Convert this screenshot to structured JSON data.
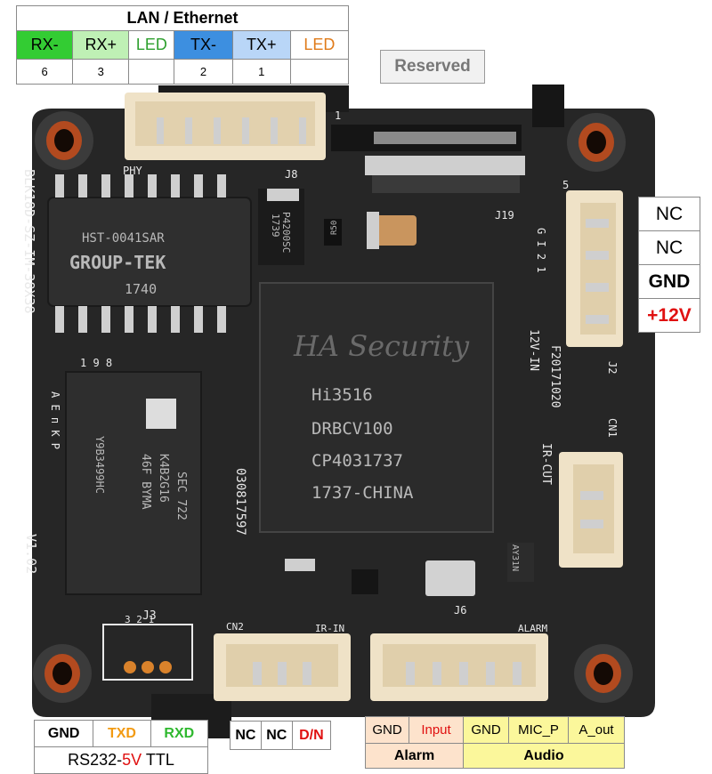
{
  "lan": {
    "title": "LAN / Ethernet",
    "pins": [
      {
        "label": "RX-",
        "num": "6",
        "bg": "#33cc33",
        "fg": "#000000"
      },
      {
        "label": "RX+",
        "num": "3",
        "bg": "#bff0b5",
        "fg": "#000000"
      },
      {
        "label": "LED",
        "num": "",
        "bg": "#ffffff",
        "fg": "#2ea02e"
      },
      {
        "label": "TX-",
        "num": "2",
        "bg": "#3d8fe0",
        "fg": "#000000"
      },
      {
        "label": "TX+",
        "num": "1",
        "bg": "#b9d6f7",
        "fg": "#000000"
      },
      {
        "label": "LED",
        "num": "",
        "bg": "#ffffff",
        "fg": "#e07b1a"
      }
    ]
  },
  "reserved": "Reserved",
  "power": [
    {
      "label": "NC",
      "color": "#000000",
      "bold": false
    },
    {
      "label": "NC",
      "color": "#000000",
      "bold": false
    },
    {
      "label": "GND",
      "color": "#000000",
      "bold": true
    },
    {
      "label": "+12V",
      "color": "#e01010",
      "bold": true
    }
  ],
  "uart": {
    "pins": [
      {
        "label": "GND",
        "color": "#000000"
      },
      {
        "label": "TXD",
        "color": "#f29a12"
      },
      {
        "label": "RXD",
        "color": "#2fb82f"
      }
    ],
    "caption_a": "RS232-",
    "caption_b": "5V",
    "caption_c": " TTL",
    "caption_b_color": "#e01010"
  },
  "ircut": [
    {
      "label": "NC",
      "color": "#000000"
    },
    {
      "label": "NC",
      "color": "#000000"
    },
    {
      "label": "D/N",
      "color": "#e01010"
    }
  ],
  "alarm_audio": {
    "alarm_pins": [
      {
        "label": "GND",
        "color": "#000000"
      },
      {
        "label": "Input",
        "color": "#e01010"
      }
    ],
    "audio_pins": [
      {
        "label": "GND",
        "color": "#000000"
      },
      {
        "label": "MIC_P",
        "color": "#000000"
      },
      {
        "label": "A_out",
        "color": "#000000"
      }
    ],
    "alarm_title": "Alarm",
    "audio_title": "Audio",
    "alarm_bg": "#fde3cc",
    "audio_bg": "#fbf79b"
  },
  "silkscreen": {
    "model": "BLK18D-SZ-IM-38X38",
    "version": "V1.02",
    "serial": "030817597",
    "date": "F20171020",
    "phy": "PHY",
    "j8": "J8",
    "j19": "J19",
    "j2": "J2",
    "j3": "J3",
    "j6": "J6",
    "cn1": "CN1",
    "cn2": "CN2",
    "ircut": "IR-CUT",
    "ir_in": "IR-IN",
    "alarm": "ALARM",
    "twelve_v": "12V-IN",
    "sgg": "G I 2 1",
    "j3_pins": "3   2   1",
    "digit_1": "1",
    "digit_5": "5",
    "letters_left": "A E п K P",
    "digits_top": "1 9 8"
  },
  "chips": {
    "transformer_a": "HST-0041SAR",
    "transformer_b": "GROUP-TEK",
    "transformer_c": "1740",
    "reg_a": "P4200SC",
    "reg_b": "1739",
    "soc_watermark": "HA Security",
    "soc_lines": [
      "Hi3516",
      "DRBCV100",
      "CP4031737",
      "1737-CHINA"
    ],
    "mem_a": "SEC 722",
    "mem_b": "K4B2G16",
    "mem_c": "46F BYMA",
    "mem_d": "Y9B3499HC",
    "small_chip": "AY31N",
    "cap": "R50"
  }
}
